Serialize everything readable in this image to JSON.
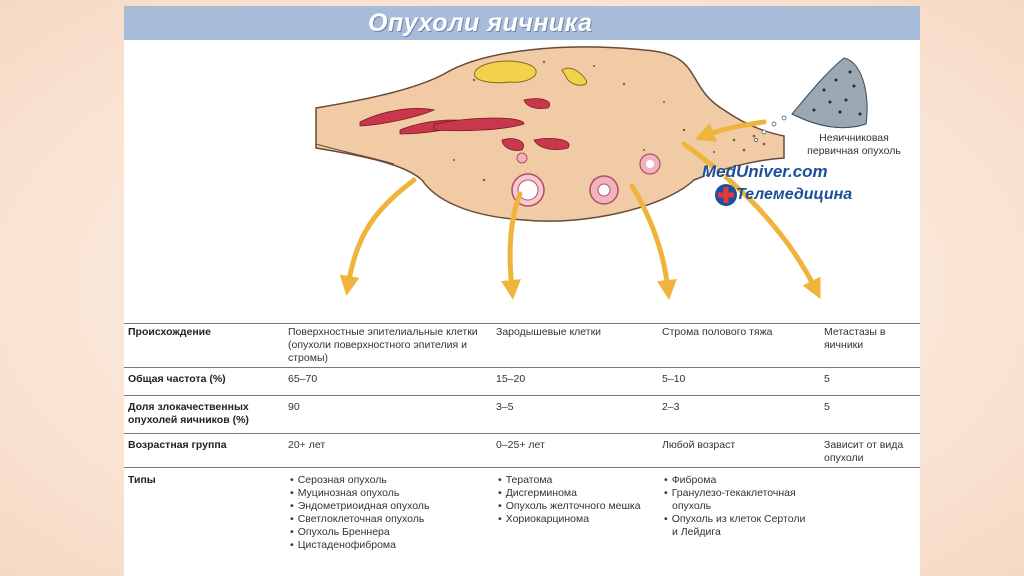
{
  "title": "Опухоли яичника",
  "illustration": {
    "metastasis_caption_line1": "Неяичниковая",
    "metastasis_caption_line2": "первичная опухоль"
  },
  "watermark": {
    "site": "MedUniver.com",
    "sub": "Телемедицина"
  },
  "colors": {
    "banner": "#a6bcd8",
    "ovary_fill": "#f0cba6",
    "arrow": "#f0b43c",
    "vessel": "#c8384a",
    "yellow_body": "#f2d24a"
  },
  "table": {
    "rows": [
      {
        "header": "Происхождение",
        "cells": [
          "Поверхностные эпителиальные клетки (опухоли поверхностного эпителия и стромы)",
          "Зародышевые клетки",
          "Строма полового тяжа",
          "Метастазы в яичники"
        ]
      },
      {
        "header": "Общая частота (%)",
        "cells": [
          "65–70",
          "15–20",
          "5–10",
          "5"
        ]
      },
      {
        "header": "Доля злокачественных опухолей яичников (%)",
        "cells": [
          "90",
          "3–5",
          "2–3",
          "5"
        ]
      },
      {
        "header": "Возрастная группа",
        "cells": [
          "20+ лет",
          "0–25+ лет",
          "Любой возраст",
          "Зависит от вида опухоли"
        ]
      }
    ],
    "types_header": "Типы",
    "types": {
      "surface": [
        "Серозная опухоль",
        "Муцинозная опухоль",
        "Эндометриоидная опухоль",
        "Светлоклеточная опухоль",
        "Опухоль Бреннера",
        "Цистаденофиброма"
      ],
      "germ": [
        "Тератома",
        "Дисгерминома",
        "Опухоль желточного мешка",
        "Хориокарцинома"
      ],
      "stroma": [
        "Фиброма",
        "Гранулезо-текаклеточная опухоль",
        "Опухоль из клеток Сертоли и Лейдига"
      ],
      "metastasis": []
    }
  }
}
